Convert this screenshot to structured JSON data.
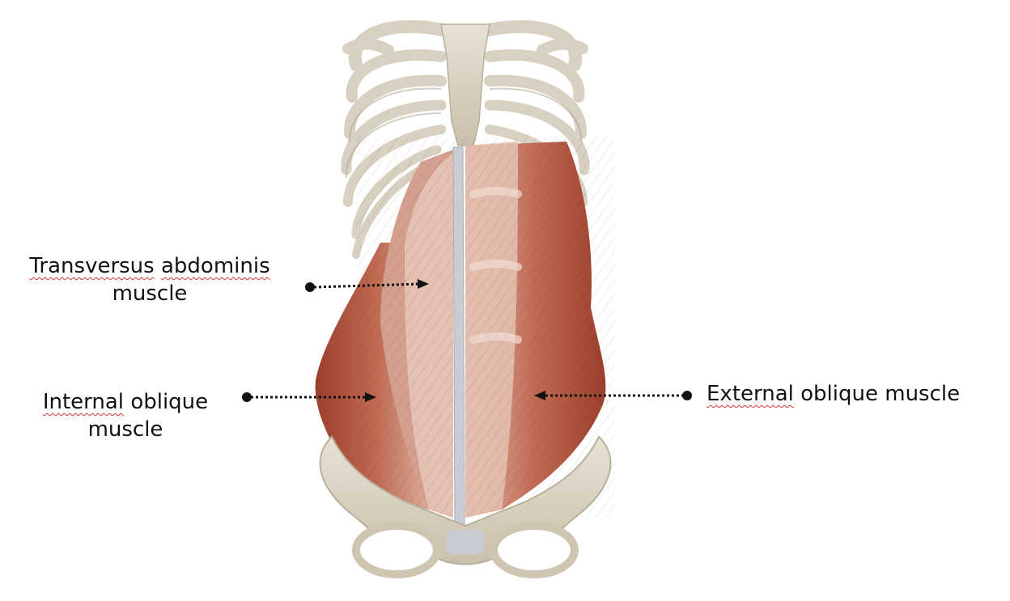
{
  "labels": {
    "transversus": {
      "word1": "Transversus",
      "word2": "abdominis",
      "line2": "muscle"
    },
    "internal": {
      "word1": "Internal",
      "word2": "oblique",
      "line2": "muscle"
    },
    "external": {
      "word1": "External",
      "word2": "oblique muscle"
    }
  },
  "colors": {
    "bone": "#ddd6c6",
    "bone_shadow": "#a89f8c",
    "muscle": "#b9624c",
    "muscle_dark": "#8a3222",
    "aponeurosis": "#e2c0b2",
    "linea_alba": "#c9ccd2",
    "spellcheck_underline": "#d33333",
    "text": "#111111"
  }
}
